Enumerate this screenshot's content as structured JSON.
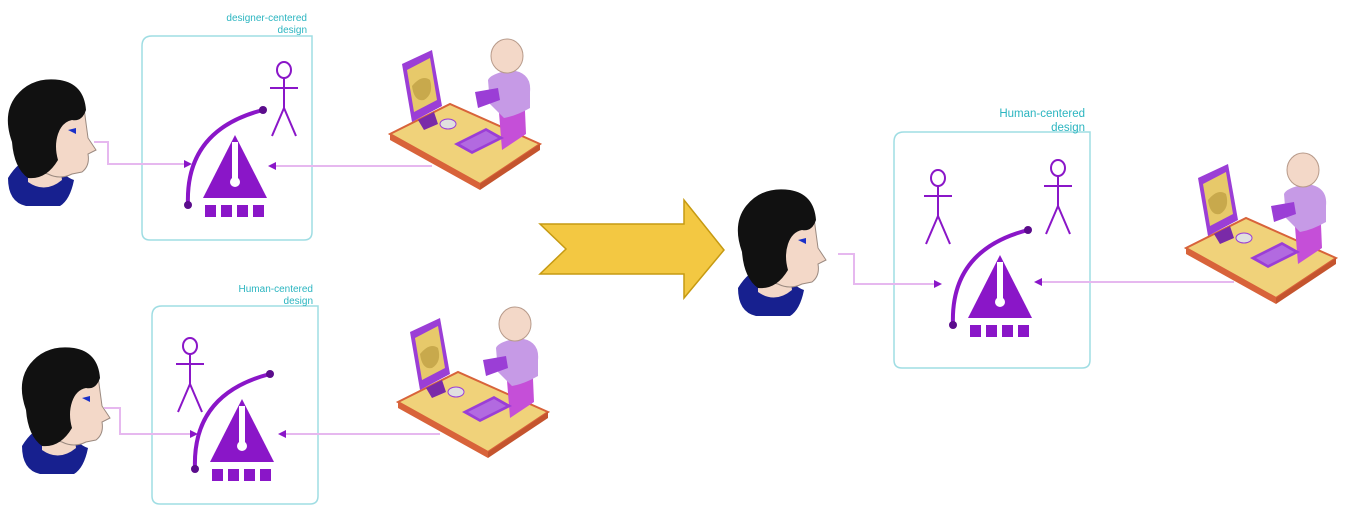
{
  "panels": {
    "top_left": {
      "label_line1": "designer-centered",
      "label_line2": "design"
    },
    "bottom_left": {
      "label_line1": "Human-centered",
      "label_line2": "design"
    },
    "right": {
      "label_line1": "Human-centered",
      "label_line2": "design"
    }
  },
  "colors": {
    "purple": "#8a16c8",
    "dark_purple": "#5b0c8c",
    "box_border": "#9fdde3",
    "label": "#2bb5c0",
    "connector": "#e6b8ef",
    "arrow_fill": "#f3c842",
    "arrow_stroke": "#c69a12",
    "desk": "#f0d27a",
    "desk_edge": "#d8633a",
    "monitor": "#9b3ed6",
    "screen": "#e7c96a",
    "person_body": "#c69ae6",
    "skin": "#f3d8c8",
    "hair": "#111111",
    "collar": "#17208f"
  },
  "icons": [
    "person-head-icon",
    "stick-figure-icon",
    "metronome-icon",
    "computer-user-icon",
    "transition-arrow-icon"
  ]
}
